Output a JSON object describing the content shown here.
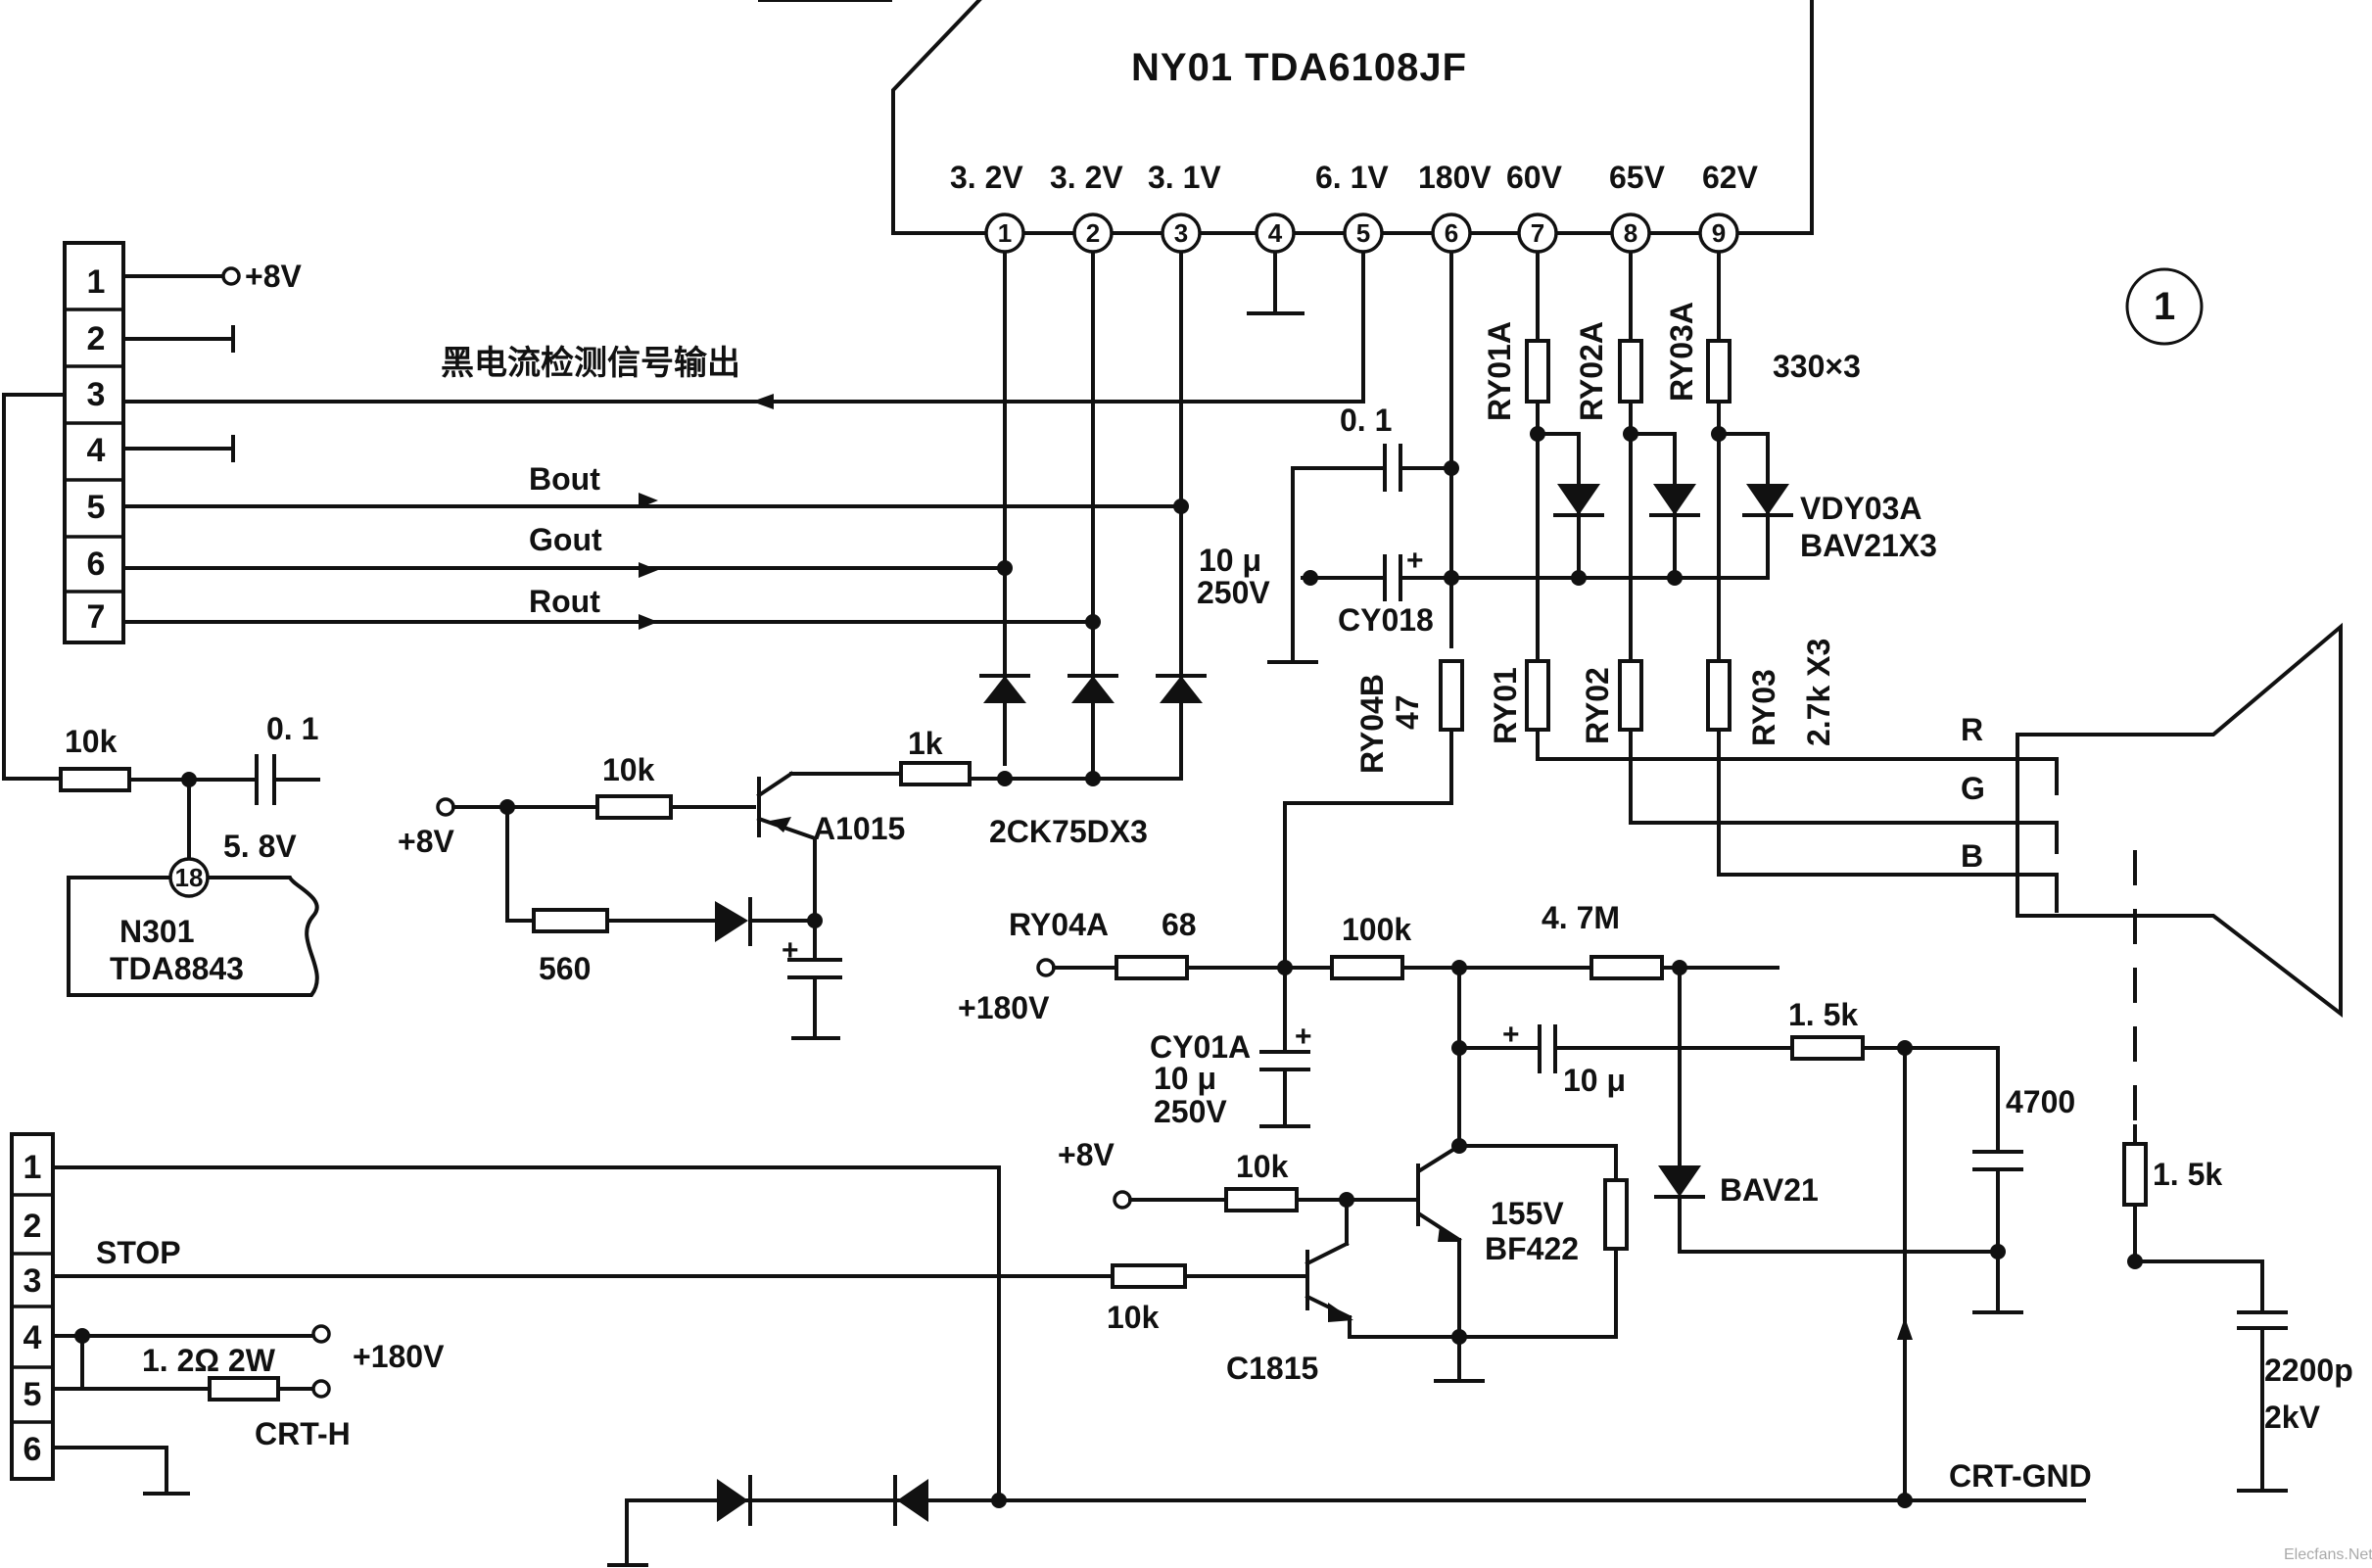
{
  "ic": {
    "title": "NY01  TDA6108JF",
    "pin_voltages": [
      "3. 2V",
      "3. 2V",
      "3. 1V",
      "",
      "6. 1V",
      "180V",
      "60V",
      "65V",
      "62V"
    ],
    "pins": [
      "1",
      "2",
      "3",
      "4",
      "5",
      "6",
      "7",
      "8",
      "9"
    ]
  },
  "figure_mark": "①",
  "connector_top": {
    "pins": [
      "1",
      "2",
      "3",
      "4",
      "5",
      "6",
      "7"
    ],
    "plus8v": "+8V",
    "signal_note": "黑电流检测信号输出",
    "bout": "Bout",
    "gout": "Gout",
    "rout": "Rout"
  },
  "connector_bottom": {
    "pins": [
      "1",
      "2",
      "3",
      "4",
      "5",
      "6"
    ],
    "stop": "STOP",
    "plus180v": "+180V",
    "crt_h": "CRT-H",
    "res_label": "1. 2Ω 2W"
  },
  "components": {
    "r_10k_a": "10k",
    "c_01_a": "0. 1",
    "v_58": "5. 8V",
    "n301_pin": "18",
    "n301_name": "N301",
    "n301_part": "TDA8843",
    "plus8v_a": "+8V",
    "r_10k_b": "10k",
    "r_1k": "1k",
    "q_a1015": "A1015",
    "r_560": "560",
    "d_2ck75": "2CK75DX3",
    "c_01_b": "0. 1",
    "c_10u_a": "10 μ",
    "c_250v_a": "250V",
    "cy018": "CY018",
    "ry01a": "RY01A",
    "ry02a": "RY02A",
    "ry03a": "RY03A",
    "r_330x3": "330×3",
    "vdy03a": "VDY03A",
    "bav21x3": "BAV21X3",
    "ry04b": "RY04B",
    "r_47": "47",
    "ry01": "RY01",
    "ry02": "RY02",
    "ry03": "RY03",
    "r_27kx3": "2.7k X3",
    "crt_r": "R",
    "crt_g": "G",
    "crt_b": "B",
    "ry04a": "RY04A",
    "r_68": "68",
    "plus180v": "+180V",
    "r_100k": "100k",
    "r_47m": "4. 7M",
    "cy01a": "CY01A",
    "c_10u_b": "10 μ",
    "c_250v_b": "250V",
    "c_10u_c": "10 μ",
    "r_15k_a": "1. 5k",
    "c_4700": "4700",
    "d_bav21": "BAV21",
    "plus8v_b": "+8V",
    "r_10k_c": "10k",
    "v_155": "155V",
    "q_bf422": "BF422",
    "r_10k_d": "10k",
    "q_c1815": "C1815",
    "r_15k_b": "1. 5k",
    "c_2200p": "2200p",
    "c_2kv": "2kV",
    "crt_gnd": "CRT-GND"
  },
  "watermark": "Elecfans.Net"
}
